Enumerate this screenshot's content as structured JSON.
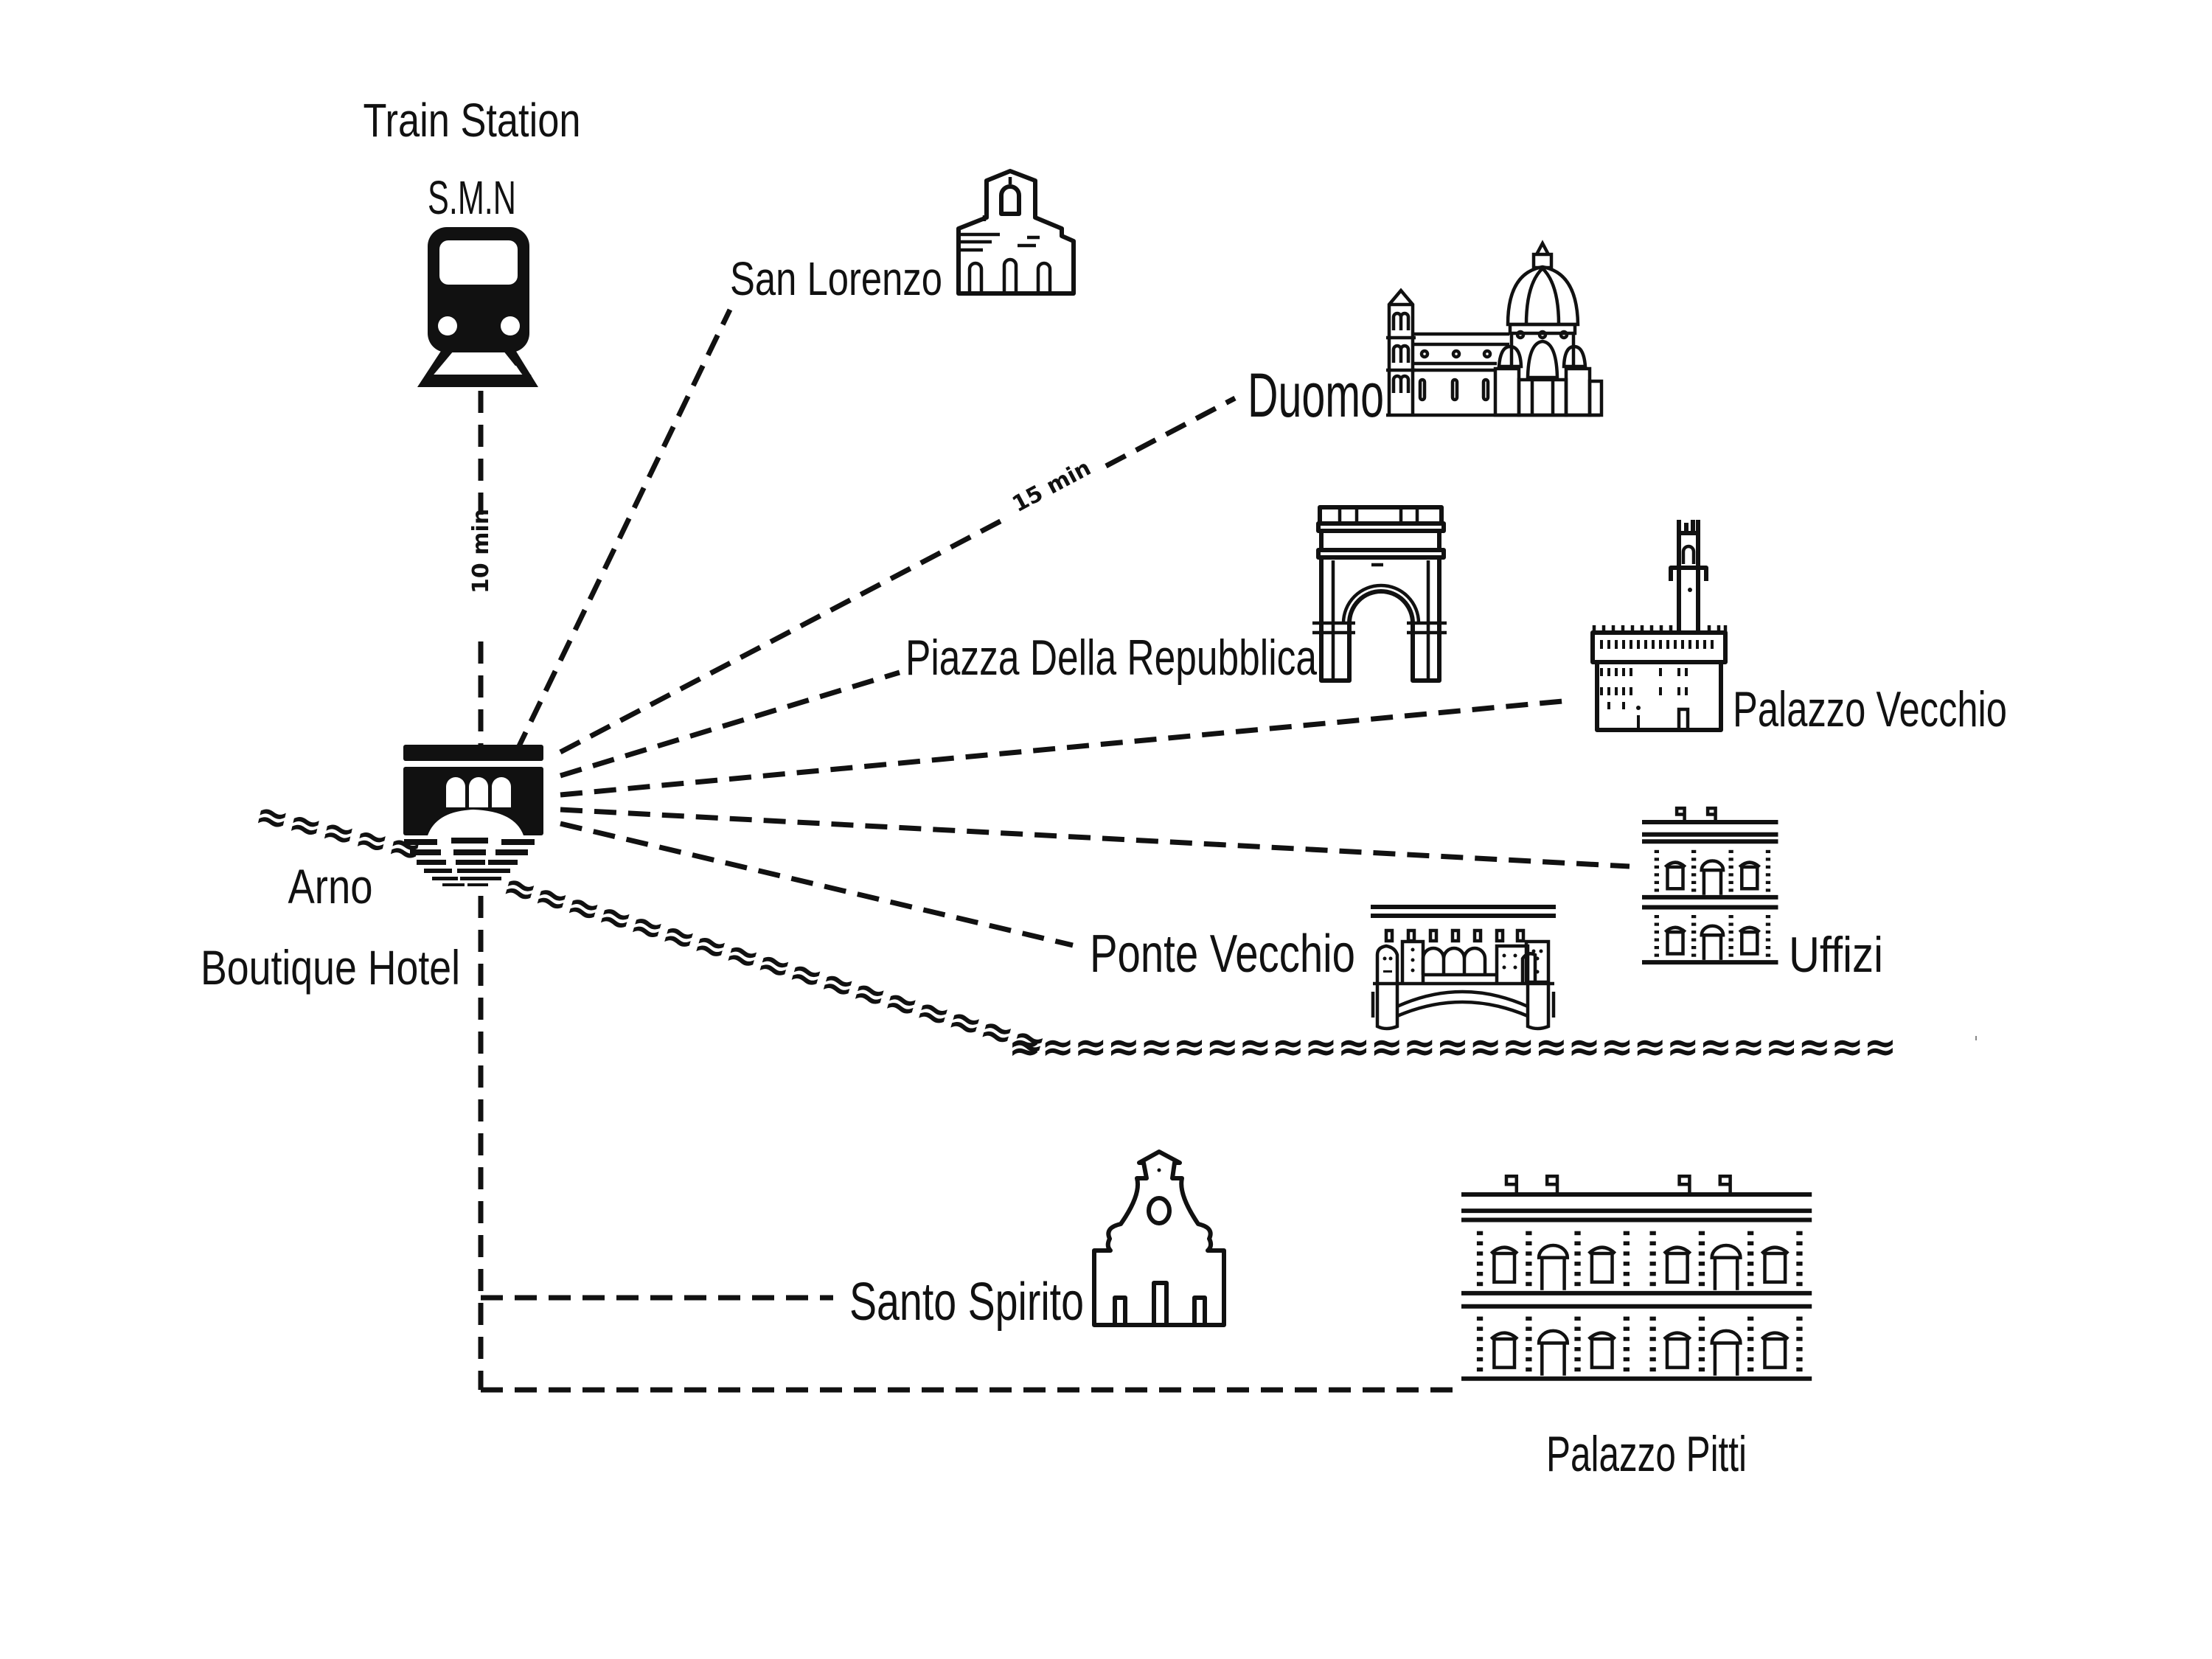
{
  "map": {
    "hotel": {
      "line1": "Arno",
      "line2": "Boutique Hotel",
      "icon": "ponte-bridge-hotel-icon"
    },
    "river": {
      "symbol": "≈",
      "name": "Arno river"
    },
    "landmarks": [
      {
        "id": "train-station",
        "label_line1": "Train Station",
        "label_line2": "S.M.N",
        "icon": "train-icon",
        "walk_time": "10 min"
      },
      {
        "id": "san-lorenzo",
        "label": "San Lorenzo",
        "icon": "church-facade-icon"
      },
      {
        "id": "duomo",
        "label": "Duomo",
        "icon": "cathedral-dome-icon",
        "walk_time": "15 min"
      },
      {
        "id": "piazza-della-repubblica",
        "label": "Piazza Della Repubblica",
        "icon": "triumphal-arch-icon"
      },
      {
        "id": "palazzo-vecchio",
        "label": "Palazzo Vecchio",
        "icon": "palace-tower-icon"
      },
      {
        "id": "uffizi",
        "label": "Uffizi",
        "icon": "gallery-building-icon"
      },
      {
        "id": "ponte-vecchio",
        "label": "Ponte Vecchio",
        "icon": "bridge-icon"
      },
      {
        "id": "santo-spirito",
        "label": "Santo Spirito",
        "icon": "basilica-icon"
      },
      {
        "id": "palazzo-pitti",
        "label": "Palazzo Pitti",
        "icon": "palace-icon"
      }
    ]
  }
}
